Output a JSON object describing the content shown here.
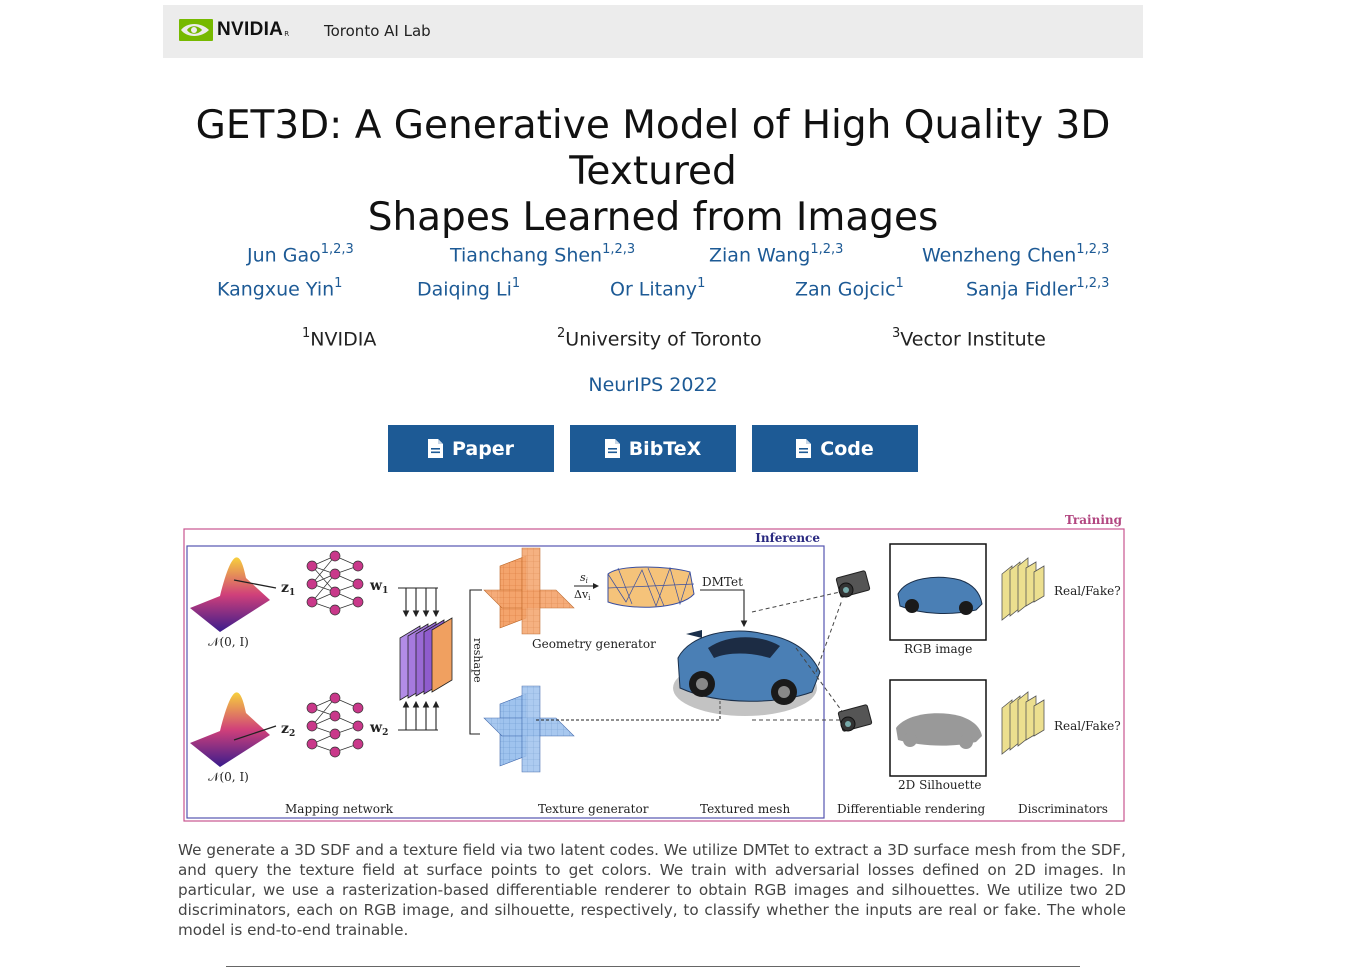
{
  "header": {
    "brand": "NVIDIA",
    "brand_mark": "R",
    "lab": "Toronto AI Lab"
  },
  "title_lines": [
    "GET3D: A Generative Model of High Quality 3D Textured",
    "Shapes Learned from Images"
  ],
  "authors": [
    {
      "name": "Jun Gao",
      "aff": "1,2,3"
    },
    {
      "name": "Tianchang Shen",
      "aff": "1,2,3"
    },
    {
      "name": "Zian Wang",
      "aff": "1,2,3"
    },
    {
      "name": "Wenzheng Chen",
      "aff": "1,2,3"
    },
    {
      "name": "Kangxue Yin",
      "aff": "1"
    },
    {
      "name": "Daiqing Li",
      "aff": "1"
    },
    {
      "name": "Or Litany",
      "aff": "1"
    },
    {
      "name": "Zan Gojcic",
      "aff": "1"
    },
    {
      "name": "Sanja Fidler",
      "aff": "1,2,3"
    }
  ],
  "affiliations": [
    {
      "num": "1",
      "name": "NVIDIA"
    },
    {
      "num": "2",
      "name": "University of Toronto"
    },
    {
      "num": "3",
      "name": "Vector Institute"
    }
  ],
  "venue": "NeurIPS 2022",
  "buttons": [
    {
      "label": "Paper",
      "icon": "file-icon"
    },
    {
      "label": "BibTeX",
      "icon": "file-icon"
    },
    {
      "label": "Code",
      "icon": "file-icon"
    }
  ],
  "figure": {
    "training": "Training",
    "inference": "Inference",
    "z1": "z",
    "z1_sub": "1",
    "z2": "z",
    "z2_sub": "2",
    "w1": "w",
    "w1_sub": "1",
    "w2": "w",
    "w2_sub": "2",
    "normal1": "𝒩(0, I)",
    "normal2": "𝒩(0, I)",
    "reshape": "reshape",
    "si": "s",
    "si_sub": "i",
    "dvi": "Δv",
    "dvi_sub": "i",
    "dmtet": "DMTet",
    "geometry_generator": "Geometry generator",
    "texture_generator": "Texture generator",
    "textured_mesh": "Textured mesh",
    "mapping_network": "Mapping network",
    "rgb_image": "RGB image",
    "silhouette": "2D Silhouette",
    "diff_rendering": "Differentiable rendering",
    "discriminators": "Discriminators",
    "real_fake_1": "Real/Fake?",
    "real_fake_2": "Real/Fake?"
  },
  "caption": "We generate a 3D SDF and a texture field via two latent codes. We utilize DMTet to extract a 3D surface mesh from the SDF, and query the texture field at surface points to get colors. We train with adversarial losses defined on 2D images. In particular, we use a rasterization-based differentiable renderer to obtain RGB images and silhouettes. We utilize two 2D discriminators, each on RGB image, and silhouette, respectively, to classify whether the inputs are real or fake. The whole model is end-to-end trainable.",
  "colors": {
    "link": "#1d5a95",
    "button": "#1d5a95",
    "nvidia_green": "#76b900",
    "training_box": "#c9558f",
    "inference_box": "#5555b0"
  }
}
